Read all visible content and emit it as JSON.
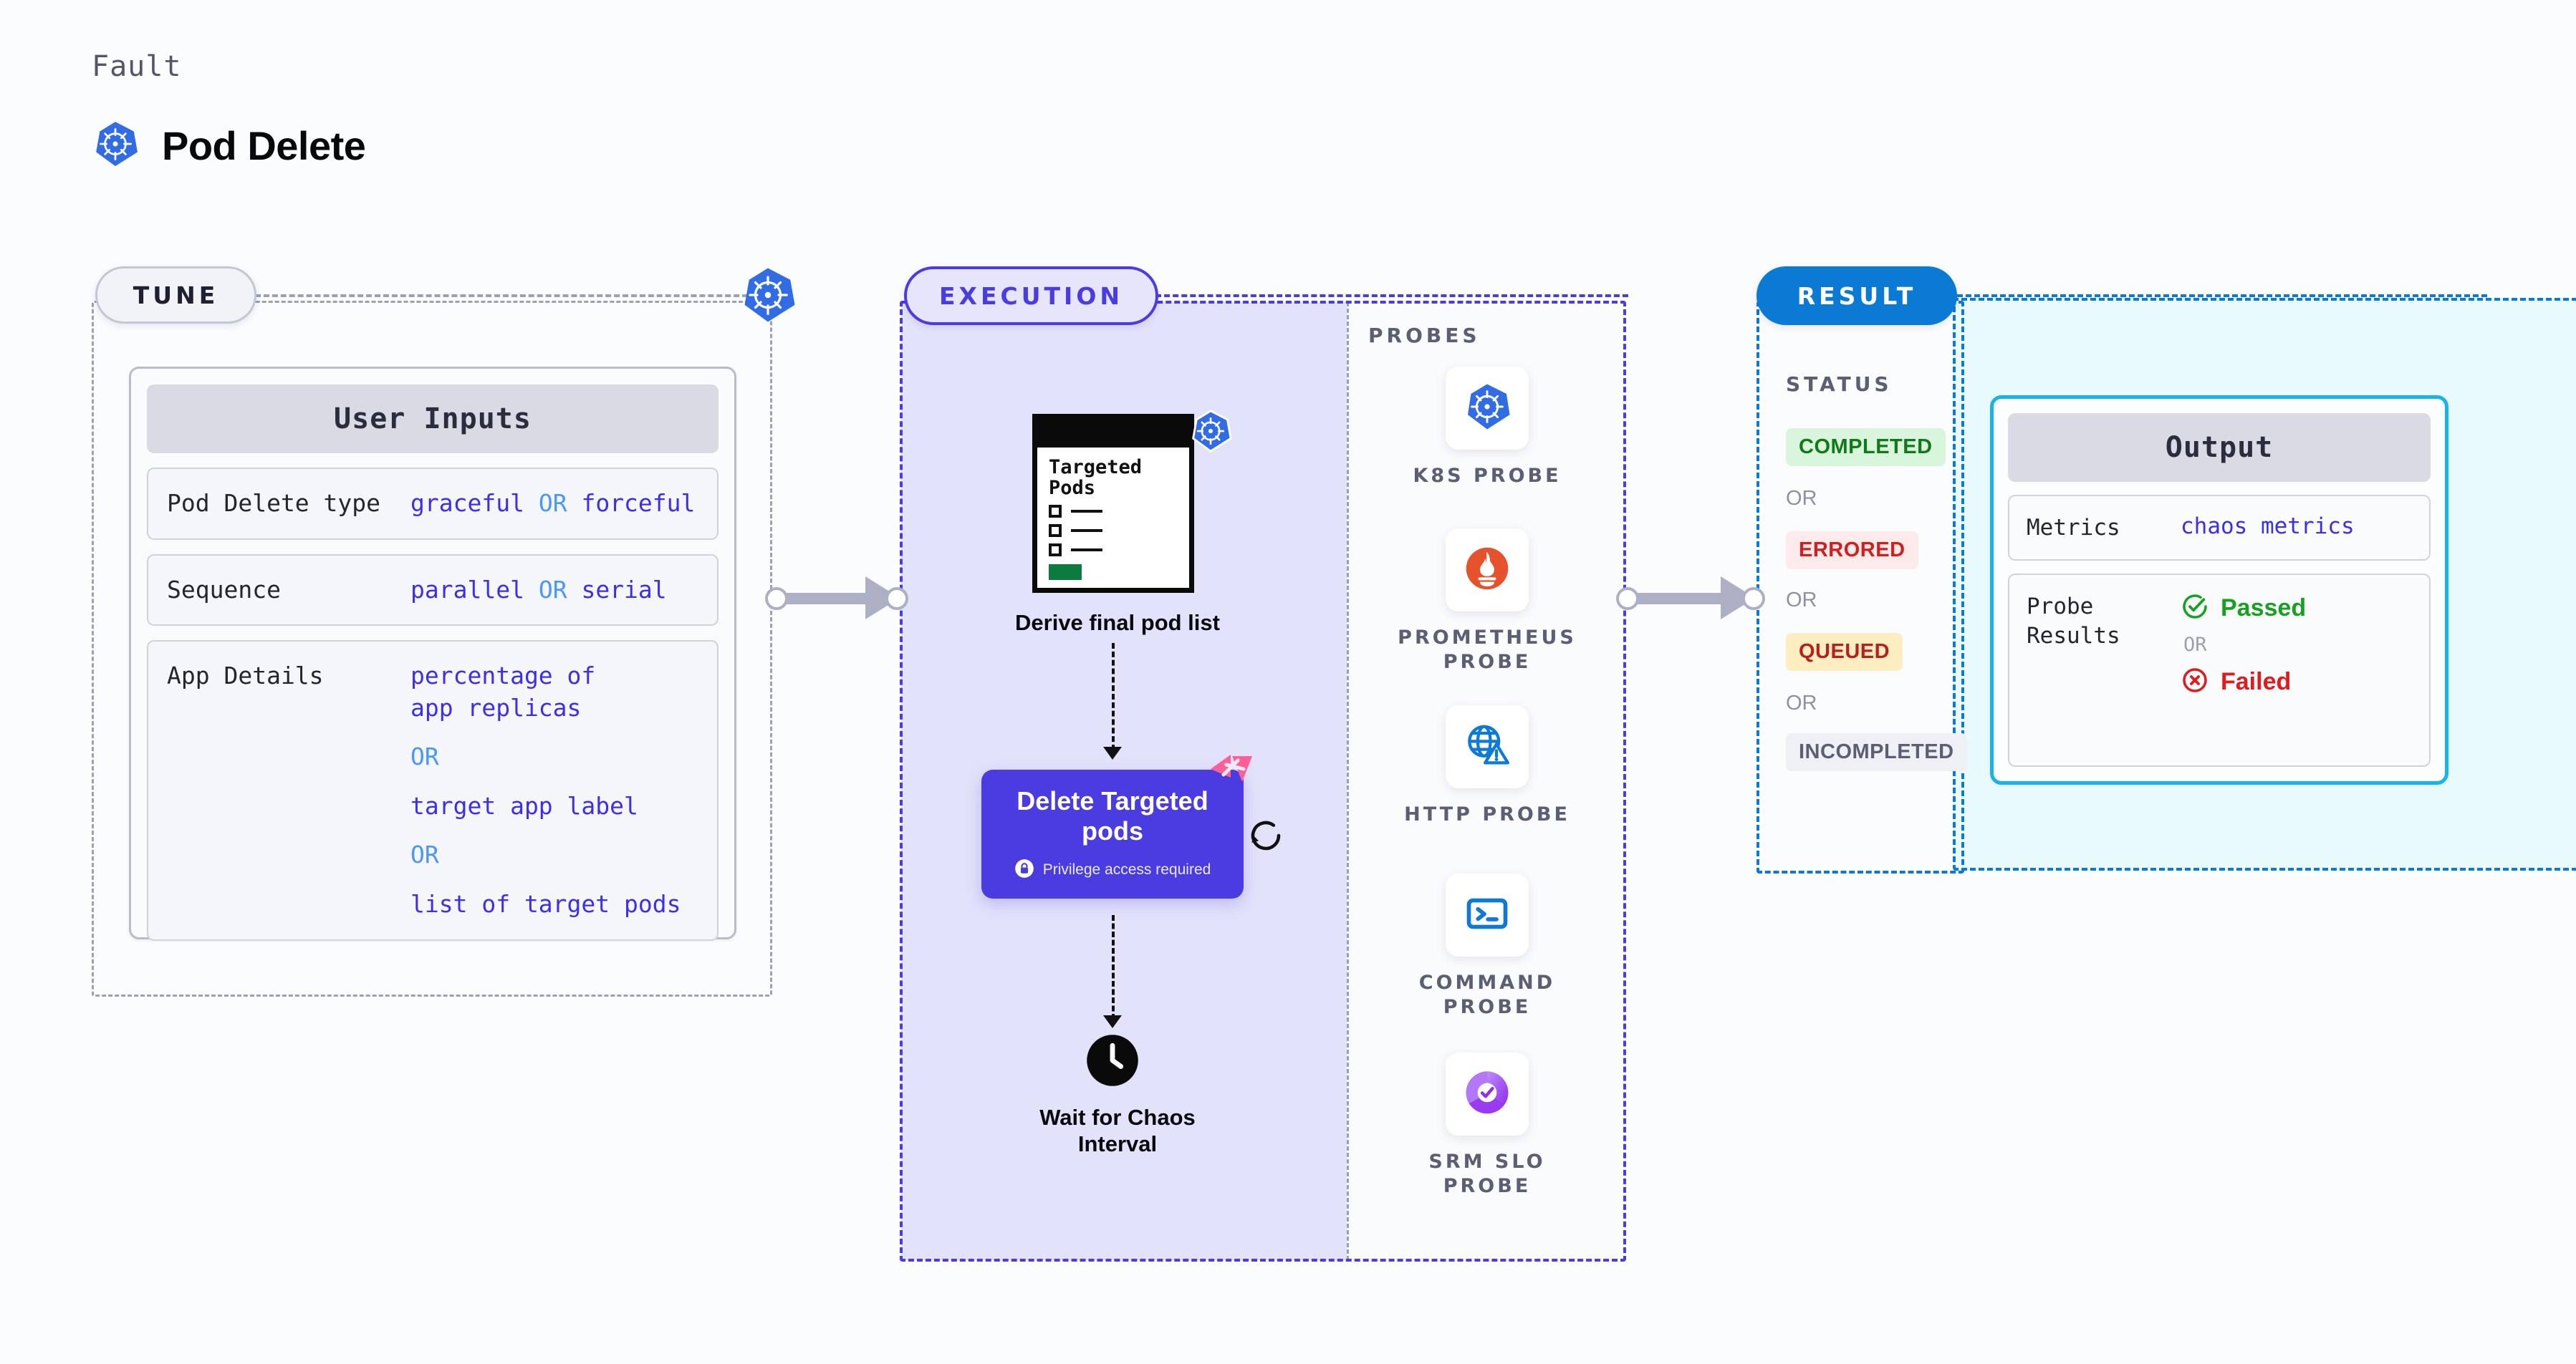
{
  "header": {
    "fault_label": "Fault",
    "fault_title": "Pod Delete",
    "icon": "kubernetes-logo"
  },
  "tune": {
    "pill_label": "TUNE",
    "badge_icon": "kubernetes-logo",
    "card_title": "User Inputs",
    "rows": [
      {
        "key": "Pod Delete type",
        "values": [
          "graceful",
          "forceful"
        ],
        "separator": "OR"
      },
      {
        "key": "Sequence",
        "values": [
          "parallel",
          "serial"
        ],
        "separator": "OR"
      },
      {
        "key": "App Details",
        "values": [
          "percentage of app replicas",
          "target app label",
          "list of target pods"
        ],
        "separator": "OR"
      }
    ],
    "row0_value_text": "graceful",
    "row0_value_text2": "forceful",
    "row1_value_text": "parallel",
    "row1_value_text2": "serial",
    "or_text": "OR",
    "app_v1": "percentage of app replicas",
    "app_v2": "target app label",
    "app_v3": "list of target pods"
  },
  "execution": {
    "pill_label": "EXECUTION",
    "targeted_pods": {
      "title_line1": "Targeted",
      "title_line2": "Pods",
      "badge_icon": "kubernetes-logo",
      "checkbox_count": 3
    },
    "derive_label": "Derive final pod list",
    "delete_node": {
      "title_line1": "Delete Targeted",
      "title_line2": "pods",
      "privilege_text": "Privilege access required",
      "lock_icon": "lock-icon",
      "chaos_badge_icon": "harness-chaos-badge",
      "retry_icon": "retry-loop-icon",
      "color": "#4a3ce0"
    },
    "wait_node": {
      "icon": "clock-icon",
      "label_line1": "Wait for Chaos",
      "label_line2": "Interval"
    }
  },
  "probes": {
    "section_label": "PROBES",
    "items": [
      {
        "name_line1": "K8S  PROBE",
        "name_line2": "",
        "icon": "kubernetes-logo"
      },
      {
        "name_line1": "PROMETHEUS",
        "name_line2": "PROBE",
        "icon": "prometheus-logo"
      },
      {
        "name_line1": "HTTP  PROBE",
        "name_line2": "",
        "icon": "globe-warning-icon"
      },
      {
        "name_line1": "COMMAND",
        "name_line2": "PROBE",
        "icon": "terminal-icon"
      },
      {
        "name_line1": "SRM  SLO",
        "name_line2": "PROBE",
        "icon": "srm-slo-donut-icon"
      }
    ]
  },
  "result": {
    "pill_label": "RESULT",
    "status_label": "STATUS",
    "or_text": "OR",
    "statuses": [
      {
        "label": "COMPLETED",
        "bg": "#d9f5dc",
        "fg": "#107a1a"
      },
      {
        "label": "ERRORED",
        "bg": "#fdeaea",
        "fg": "#cf2020"
      },
      {
        "label": "QUEUED",
        "bg": "#fdeec2",
        "fg": "#b81f1f"
      },
      {
        "label": "INCOMPLETED",
        "bg": "#eef0f5",
        "fg": "#5a5f74"
      }
    ],
    "status_0": "COMPLETED",
    "status_1": "ERRORED",
    "status_2": "QUEUED",
    "status_3": "INCOMPLETED"
  },
  "output": {
    "card_title": "Output",
    "metrics_key": "Metrics",
    "metrics_value": "chaos metrics",
    "probe_results_key_line1": "Probe",
    "probe_results_key_line2": "Results",
    "passed_label": "Passed",
    "failed_label": "Failed",
    "or_text": "OR",
    "passed_icon": "check-circle-icon",
    "failed_icon": "x-circle-icon"
  },
  "connectors": {
    "arrow1": "tune-to-execution-arrow",
    "arrow2": "execution-to-result-arrow"
  }
}
